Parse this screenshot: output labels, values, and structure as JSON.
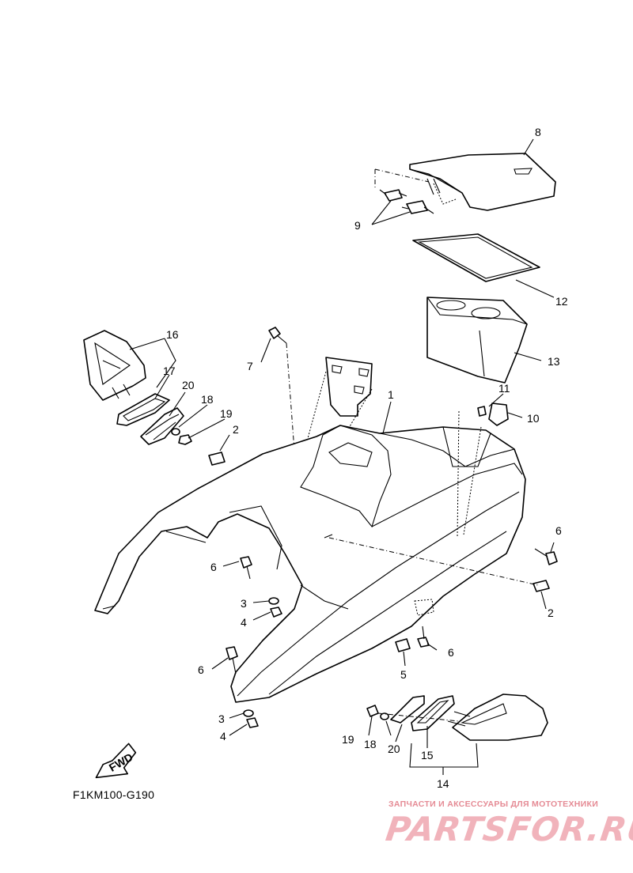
{
  "diagram": {
    "code": "F1KM100-G190",
    "fwd_label": "FWD",
    "callouts": {
      "c1": "1",
      "c2a": "2",
      "c2b": "2",
      "c3a": "3",
      "c3b": "3",
      "c4a": "4",
      "c4b": "4",
      "c5": "5",
      "c6a": "6",
      "c6b": "6",
      "c6c": "6",
      "c6d": "6",
      "c7": "7",
      "c8": "8",
      "c9": "9",
      "c10": "10",
      "c11": "11",
      "c12": "12",
      "c13": "13",
      "c14": "14",
      "c15": "15",
      "c16": "16",
      "c17": "17",
      "c18a": "18",
      "c18b": "18",
      "c19a": "19",
      "c19b": "19",
      "c20a": "20",
      "c20b": "20"
    }
  },
  "watermark": {
    "tagline": "ЗАПЧАСТИ И АКСЕССУАРЫ ДЛЯ МОТОТЕХНИКИ",
    "brand": "PARTSFOR.RU",
    "color": "#e58a94"
  }
}
